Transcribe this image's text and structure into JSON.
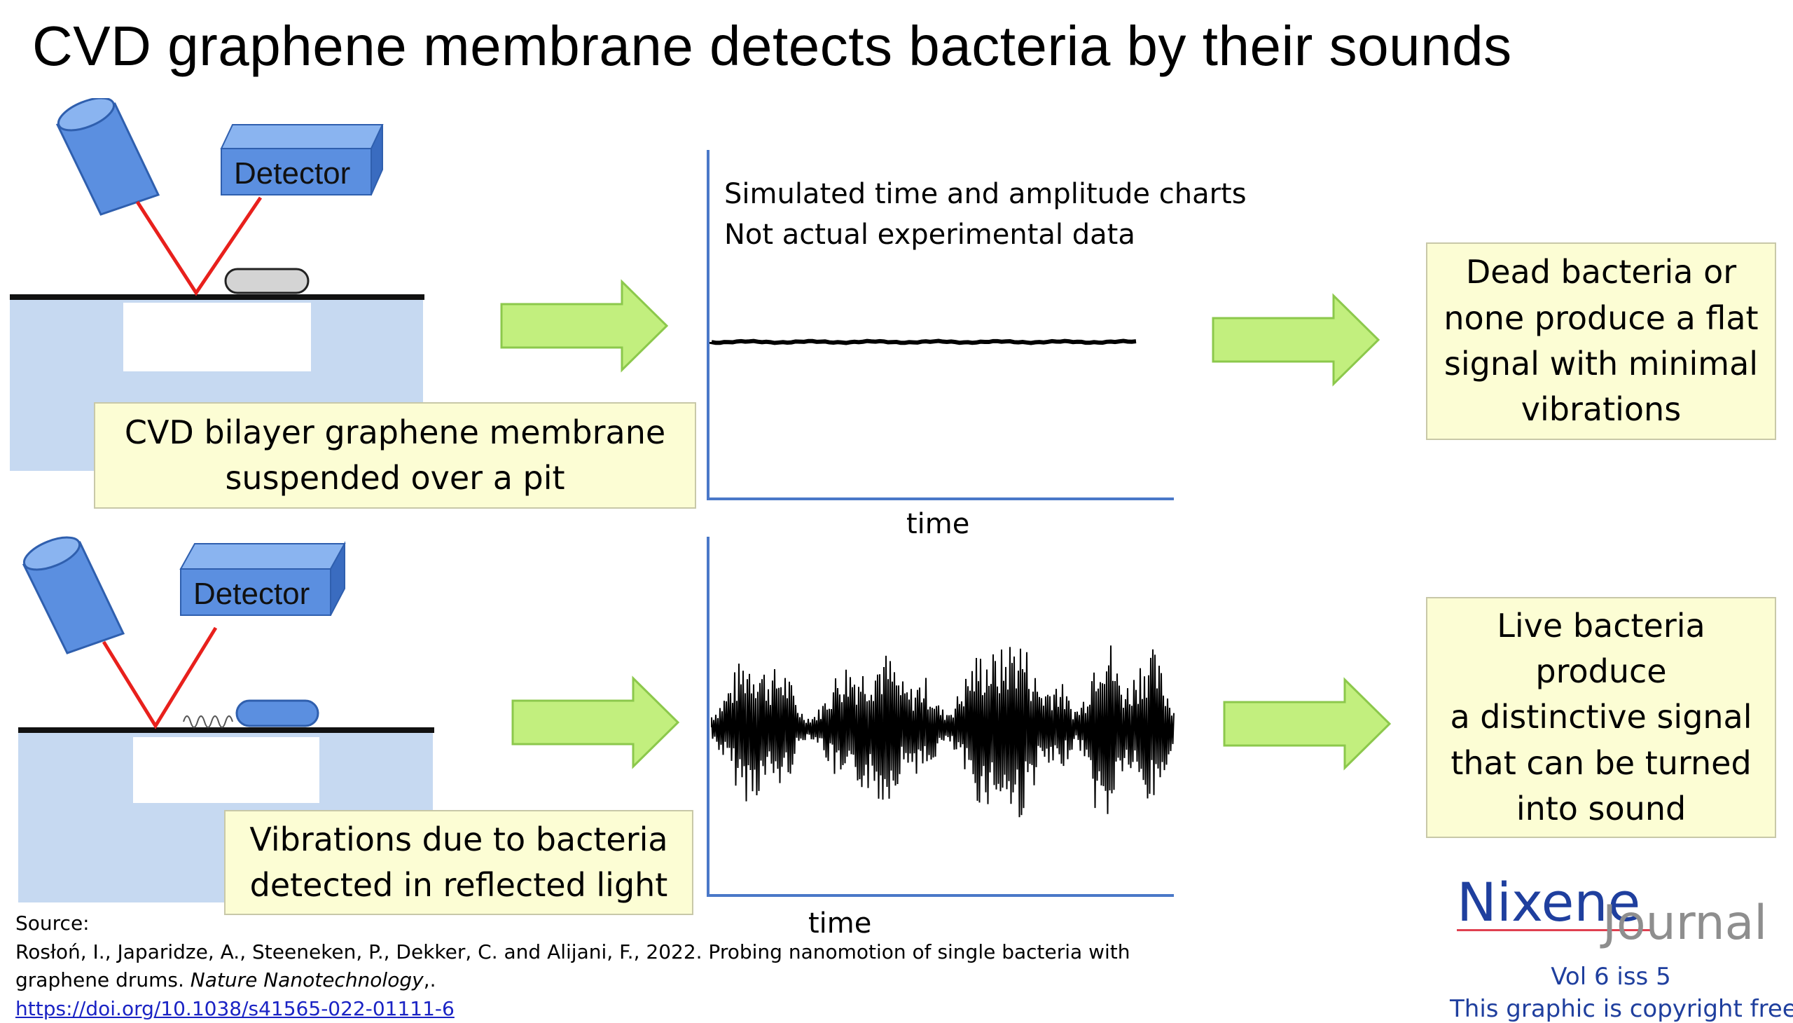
{
  "title": "CVD graphene membrane detects bacteria by their sounds",
  "top_setup": {
    "detector_label": "Detector",
    "caption_lines": [
      "CVD bilayer graphene membrane",
      "suspended over a pit"
    ]
  },
  "bottom_setup": {
    "detector_label": "Detector",
    "caption_lines": [
      "Vibrations due to bacteria",
      "detected in reflected light"
    ]
  },
  "top_chart": {
    "note_lines": [
      "Simulated time and amplitude charts",
      "Not actual experimental data"
    ],
    "xlabel": "time"
  },
  "bottom_chart": {
    "xlabel": "time"
  },
  "results": {
    "dead_lines": [
      "Dead bacteria or",
      "none produce a flat",
      "signal with minimal",
      "vibrations"
    ],
    "live_lines": [
      "Live bacteria produce",
      "a distinctive signal",
      "that can be turned",
      "into sound"
    ]
  },
  "source": {
    "label": "Source:",
    "citation_line1": "Rosłoń, I., Japaridze, A., Steeneken, P., Dekker, C. and Alijani, F., 2022. Probing nanomotion of single bacteria with",
    "citation_line2_plain": "graphene drums. ",
    "citation_journal": "Nature Nanotechnology",
    "citation_line2_end": ",.",
    "doi": "https://doi.org/10.1038/s41565-022-01111-6"
  },
  "brand": {
    "name": "Nixene",
    "journal": "Journal",
    "volume": "Vol 6 iss 5",
    "copyright": "This graphic is copyright free"
  },
  "colors": {
    "substrate": "#c6d9f1",
    "pit": "#ffffff",
    "membrane": "#111111",
    "laser": "#e8201c",
    "detector": "#5b8fe0",
    "bacterium_dead": "#d4d4d4",
    "bacterium_live": "#5b8fe0",
    "arrow_fill": "#c2ef7e",
    "arrow_stroke": "#8cc84c",
    "axis": "#4a78c8",
    "callout": "#fcfdd4"
  }
}
